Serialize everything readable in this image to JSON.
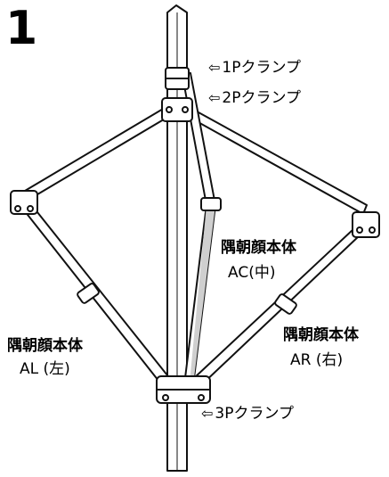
{
  "step_number": "1",
  "clamps": {
    "p1": "1Pクランプ",
    "p2": "2Pクランプ",
    "p3": "3Pクランプ",
    "arrow": "⇦"
  },
  "parts": {
    "center": {
      "name": "隅朝顔本体",
      "code": "AC(中)"
    },
    "left": {
      "name": "隅朝顔本体",
      "code": "AL (左)"
    },
    "right": {
      "name": "隅朝顔本体",
      "code": "AR (右)"
    }
  },
  "colors": {
    "line": "#111111",
    "fill": "#ffffff",
    "shade": "#cfcfcf"
  }
}
